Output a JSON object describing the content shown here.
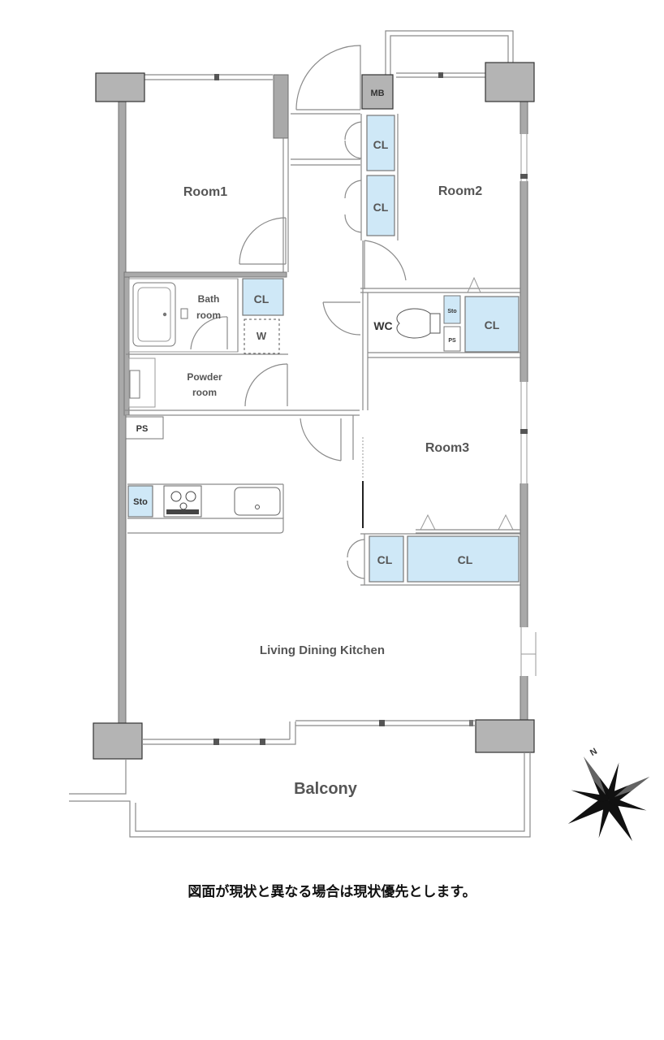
{
  "rooms": {
    "room1": "Room1",
    "room2": "Room2",
    "room3": "Room3",
    "bath_line1": "Bath",
    "bath_line2": "room",
    "powder_line1": "Powder",
    "powder_line2": "room",
    "ldk": "Living Dining Kitchen",
    "balcony": "Balcony",
    "wc": "WC"
  },
  "storage": {
    "mb": "MB",
    "cl": "CL",
    "sto": "Sto",
    "ps": "PS",
    "w": "W"
  },
  "compass": {
    "north": "N",
    "icon": "north-compass-icon"
  },
  "note": "図面が現状と異なる場合は現状優先とします。",
  "colors": {
    "closet_fill": "#cfe8f7",
    "wall": "#a9a9a9",
    "column": "#b4b4b4"
  }
}
